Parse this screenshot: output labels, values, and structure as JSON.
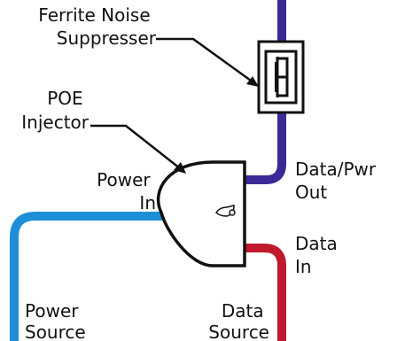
{
  "labels": {
    "ferrite_line1": "Ferrite Noise",
    "ferrite_line2": "Suppresser",
    "poe_line1": "POE",
    "poe_line2": "Injector",
    "power_in_line1": "Power",
    "power_in_line2": "In",
    "data_pwr_out_line1": "Data/Pwr",
    "data_pwr_out_line2": "Out",
    "data_in_line1": "Data",
    "data_in_line2": "In",
    "power_source_line1": "Power",
    "power_source_line2": "Source",
    "data_source_line1": "Data",
    "data_source_line2": "Source"
  },
  "colors": {
    "data_pwr_cable": "#3b2a96",
    "power_cable": "#1e8fd6",
    "data_cable": "#c0192c",
    "outline": "#111111"
  },
  "icons": {
    "injector": "poe-injector-icon",
    "ferrite": "ferrite-core-icon"
  }
}
